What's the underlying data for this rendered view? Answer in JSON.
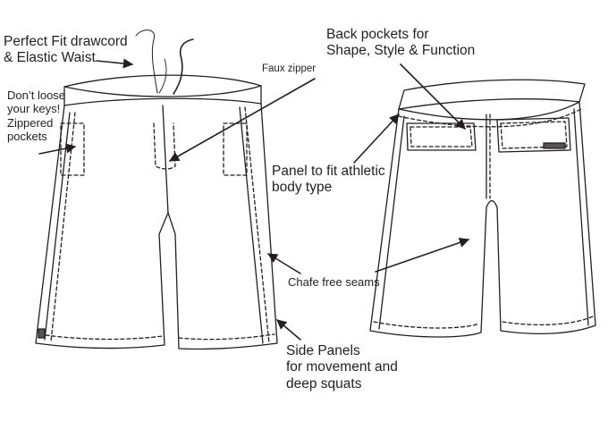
{
  "labels": {
    "drawcord": [
      "Perfect Fit drawcord",
      "& Elastic Waist"
    ],
    "faux_zipper": "Faux zipper",
    "keys": [
      "Don’t loose",
      "your keys!",
      "Zippered",
      "pockets"
    ],
    "back_pockets": [
      "Back pockets for",
      "Shape, Style & Function"
    ],
    "panel": [
      "Panel to fit athletic",
      "body type"
    ],
    "chafe": "Chafe free seams",
    "side_panels": [
      "Side Panels",
      "for movement and",
      "deep squats"
    ]
  },
  "colors": {
    "line": "#231f20",
    "background": "#ffffff"
  }
}
